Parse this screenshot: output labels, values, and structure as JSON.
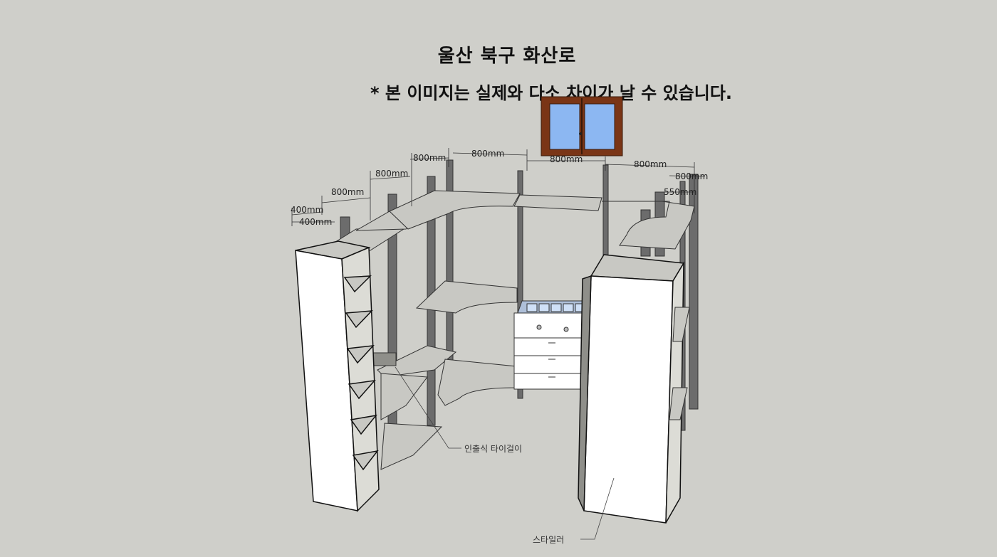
{
  "title": "울산 북구 화산로",
  "notice": "* 본 이미지는 실제와 다소 차이가 날 수 있습니다.",
  "dimensions": {
    "d1": "400mm",
    "d2": "400mm",
    "d3": "800mm",
    "d4": "800mm",
    "d5": "800mm",
    "d6": "800mm",
    "d7": "800mm",
    "d8": "800mm",
    "d9": "800mm",
    "d10": "550mm"
  },
  "callouts": {
    "tie_rack": "인출식 타이걸이",
    "styler": "스타일러"
  },
  "colors": {
    "background": "#cfcfca",
    "shelf": "#c8c8c3",
    "post": "#6c6c6c",
    "cabinet": "#ffffff",
    "window_frame": "#7a3516",
    "window_glass": "#8cb7f2"
  }
}
